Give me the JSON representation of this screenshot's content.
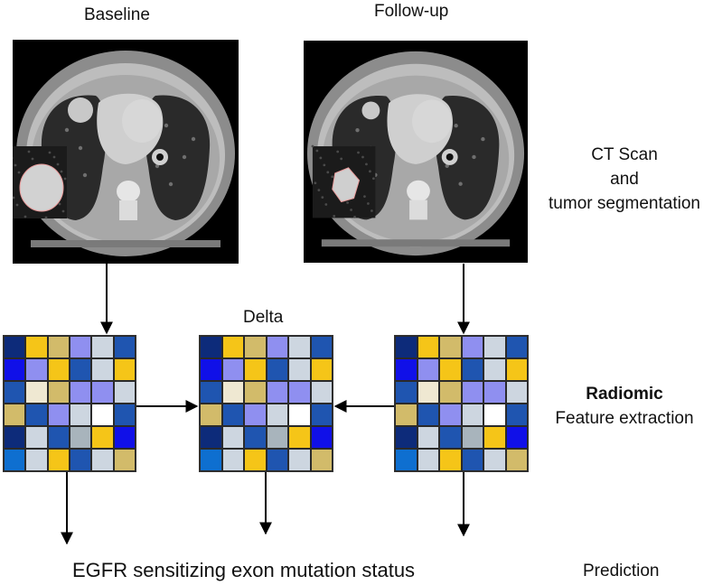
{
  "labels": {
    "baseline": "Baseline",
    "followup": "Follow-up",
    "delta": "Delta",
    "ct_line1": "CT Scan",
    "ct_line2": "and",
    "ct_line3": "tumor segmentation",
    "radiomic_bold": "Radiomic",
    "radiomic_rest": "Feature extraction",
    "egfr": "EGFR sensitizing exon mutation status",
    "prediction": "Prediction"
  },
  "palette": {
    "N": "#0d2b7a",
    "Y": "#f5c518",
    "K": "#d2bb6a",
    "P": "#8f8ff0",
    "L": "#cdd6e0",
    "M": "#1f55b0",
    "B": "#1010e8",
    "C": "#efe8d2",
    "W": "#ffffff",
    "G": "#a8b4bc",
    "S": "#0e6fd0"
  },
  "heatmap": [
    [
      "N",
      "Y",
      "K",
      "P",
      "L",
      "M"
    ],
    [
      "B",
      "P",
      "Y",
      "M",
      "L",
      "Y"
    ],
    [
      "M",
      "C",
      "K",
      "P",
      "P",
      "L"
    ],
    [
      "K",
      "M",
      "P",
      "L",
      "W",
      "M"
    ],
    [
      "N",
      "L",
      "M",
      "G",
      "Y",
      "B"
    ],
    [
      "S",
      "L",
      "Y",
      "M",
      "L",
      "K"
    ]
  ],
  "icons": {
    "scan": "ct-scan-image",
    "inset": "tumor-segmentation-inset",
    "arrow": "arrow-icon"
  }
}
